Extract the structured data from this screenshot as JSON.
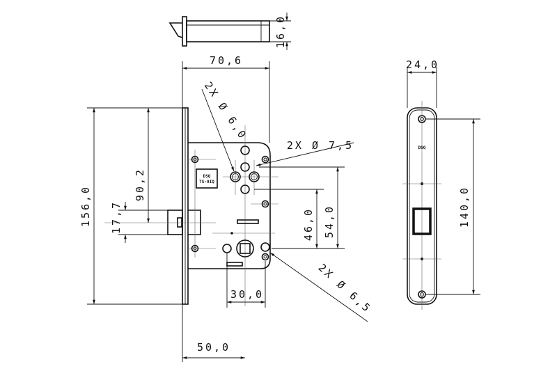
{
  "dimensions": {
    "latch_height": "16,0",
    "case_depth": "70,6",
    "holes_6_0": "2X Ø 6,0",
    "holes_7_5": "2X Ø 7,5",
    "strike_width": "24,0",
    "faceplate_height": "156,0",
    "latch_position": "90,2",
    "latch_size": "17,7",
    "hole_distance_46": "46,0",
    "hole_distance_54": "54,0",
    "strike_holes_distance": "140,0",
    "hole_spacing_30": "30,0",
    "backset": "50,0",
    "holes_6_5": "2X Ø 6,5"
  },
  "labels": {
    "case_logo": "DSQ",
    "case_model": "TS-9IQ",
    "strike_logo": "DSQ"
  },
  "colors": {
    "line": "#111111",
    "background": "#ffffff"
  }
}
